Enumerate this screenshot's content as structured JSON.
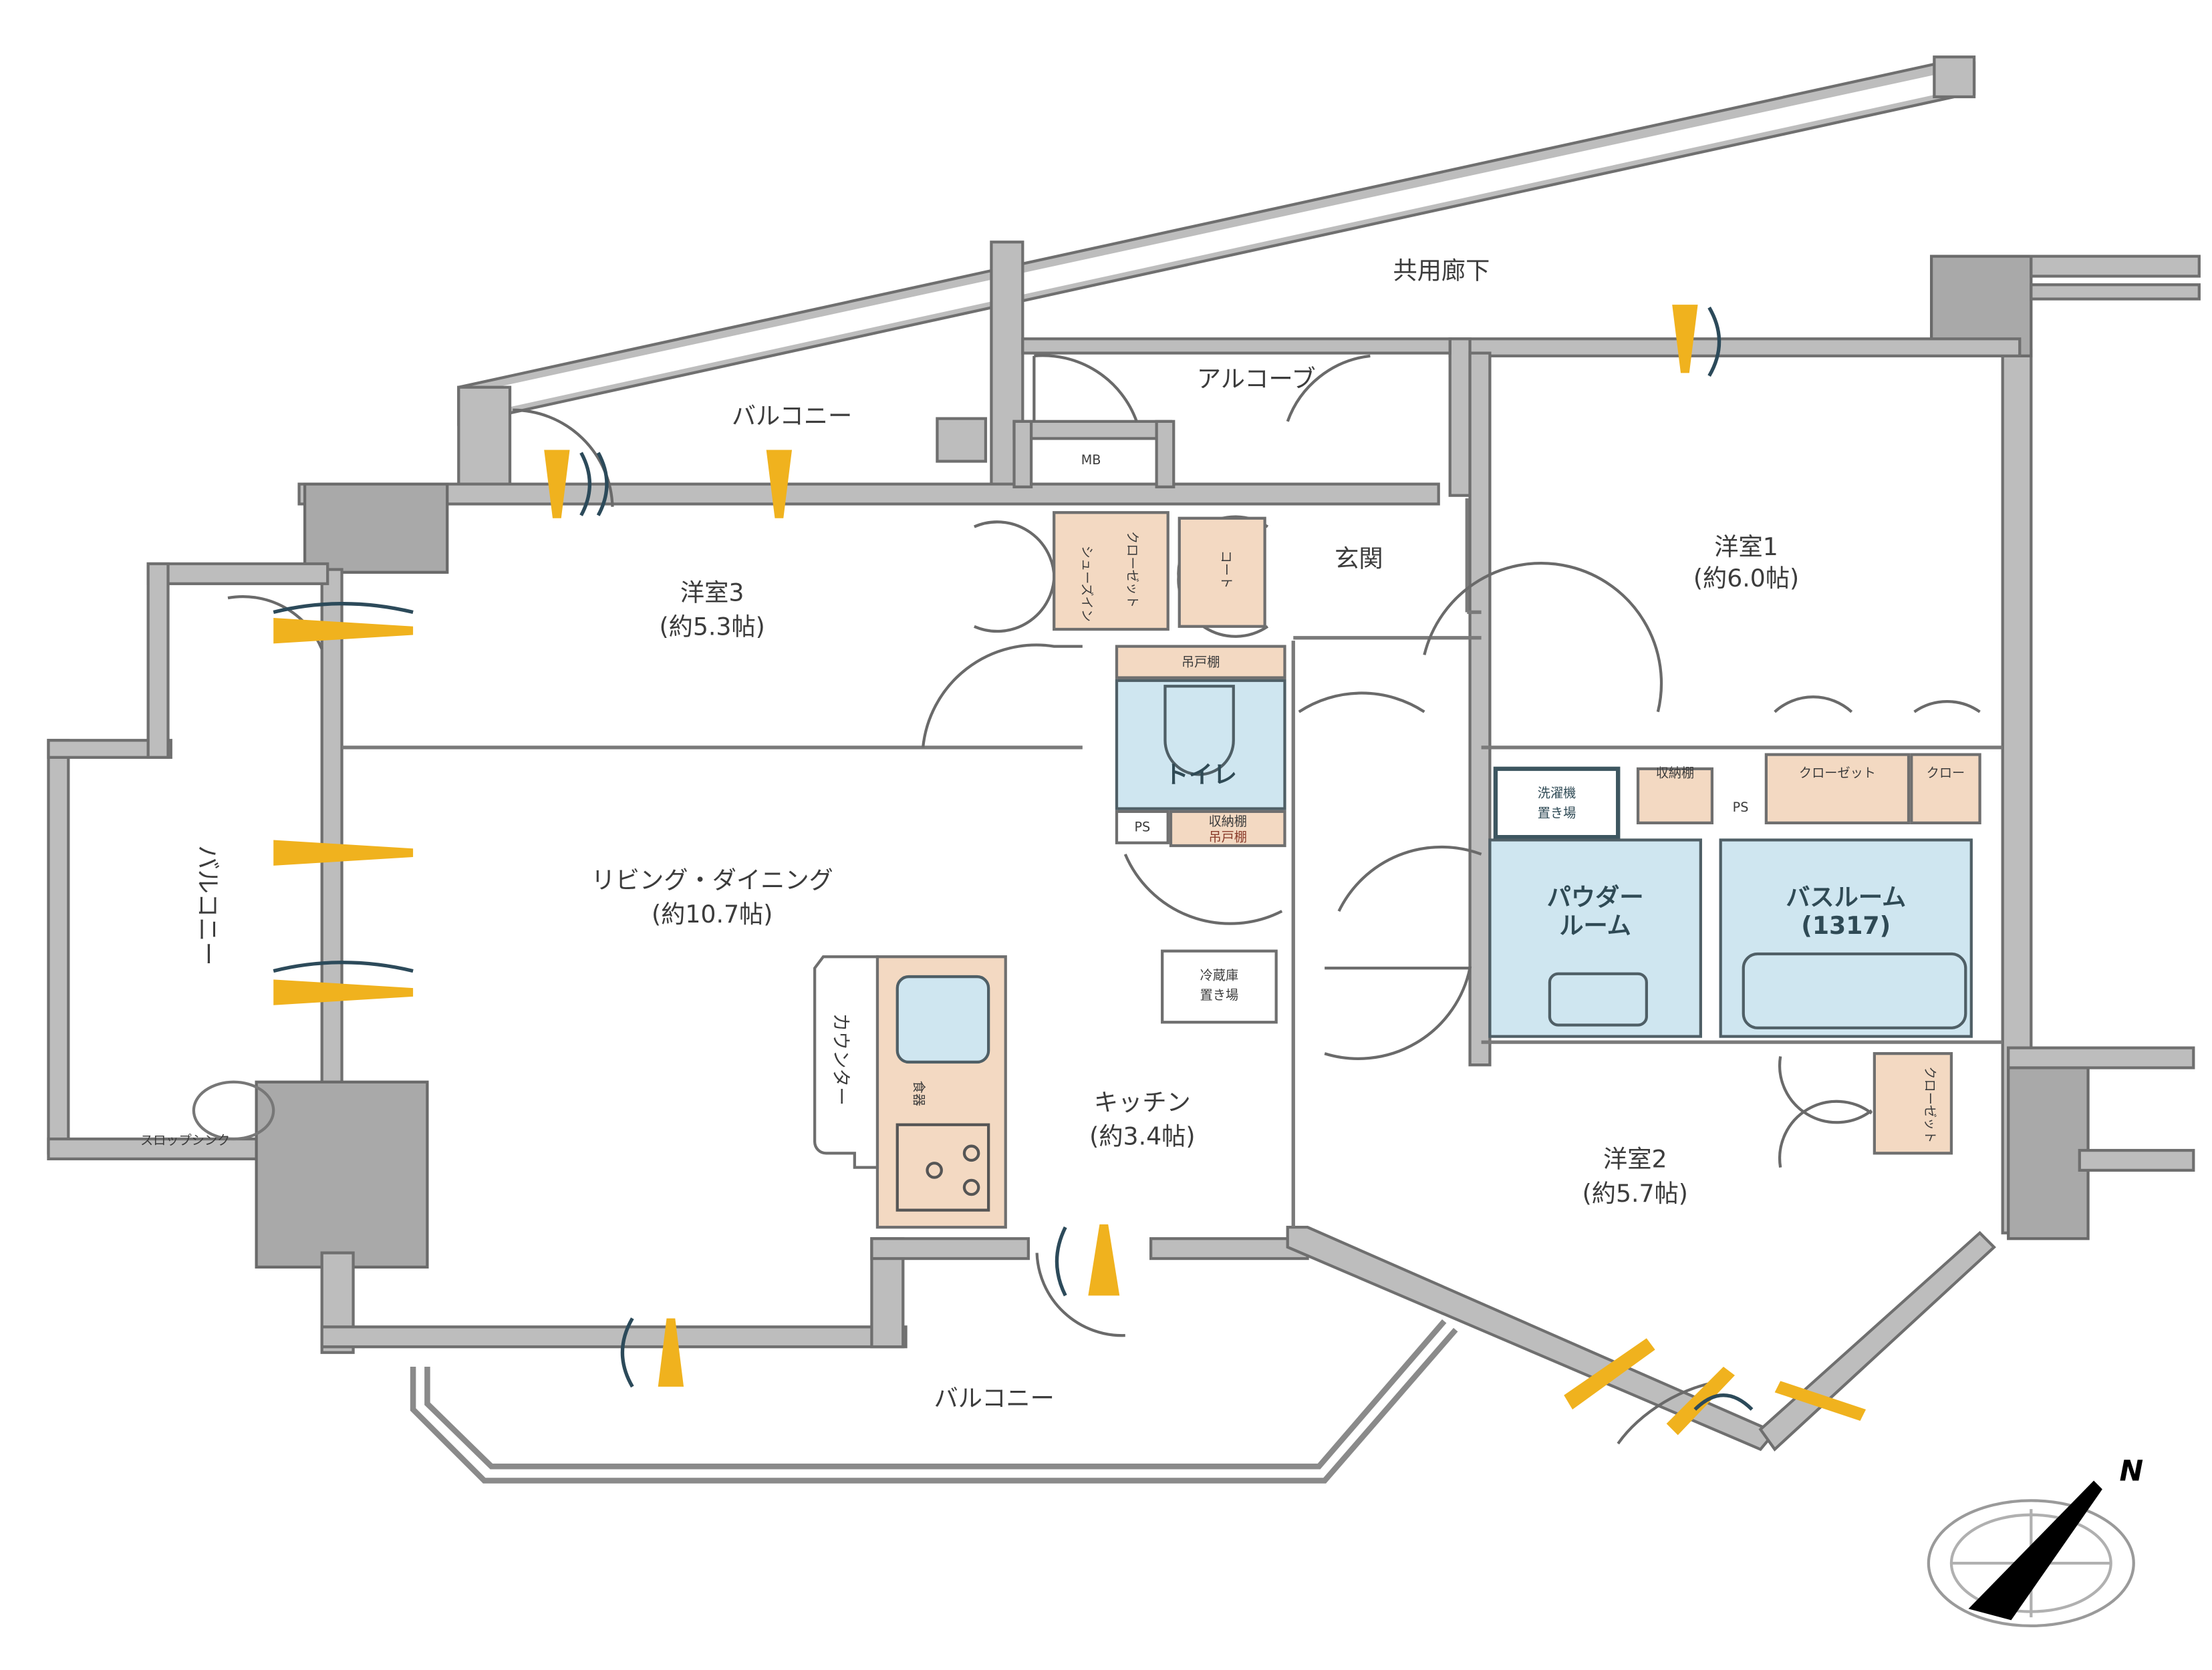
{
  "floorplan": {
    "rooms": {
      "common_corridor": "共用廊下",
      "alcove": "アルコーブ",
      "balcony_north": "バルコニー",
      "balcony_west": "バルコニー",
      "balcony_south": "バルコニー",
      "meter_box": "MB",
      "entrance": "玄関",
      "western_room_1": {
        "name": "洋室1",
        "size": "(約6.0帖)"
      },
      "western_room_2": {
        "name": "洋室2",
        "size": "(約5.7帖)"
      },
      "western_room_3": {
        "name": "洋室3",
        "size": "(約5.3帖)"
      },
      "living_dining": {
        "name": "リビング・ダイニング",
        "size": "(約10.7帖)"
      },
      "kitchen": {
        "name": "キッチン",
        "size": "(約3.4帖)"
      },
      "toilet": "トイレ",
      "powder_room": {
        "line1": "パウダー",
        "line2": "ルーム"
      },
      "bathroom": {
        "name": "バスルーム",
        "size": "(1317)"
      },
      "counter": "カウンター",
      "fridge_space": {
        "line1": "冷蔵庫",
        "line2": "置き場"
      },
      "washer_space": {
        "line1": "洗濯機",
        "line2": "置き場"
      }
    },
    "storage": {
      "shoe_closet": "シューズイン",
      "storage_toilet_top": "吊戸棚",
      "storage_toilet_bottom": "収納棚",
      "storage_toilet_bottom2": "吊戸棚",
      "ps_label": "PS",
      "ps_label_2": "PS",
      "storage_bath": "収納棚",
      "closet_room1": "クローゼット",
      "closet_room1_b": "クロー",
      "closet_room2": "クローゼット",
      "closet_room3": "クローゼット",
      "coat": "コート",
      "dish": "食器",
      "slop_sink": "スロップシンク"
    },
    "compass": {
      "north_label": "N"
    },
    "colors": {
      "wall": "#bdbdbd",
      "closet": "#f3d9c2",
      "wet_area": "#cfe6f0",
      "sunlight": "#f0b21e"
    }
  }
}
